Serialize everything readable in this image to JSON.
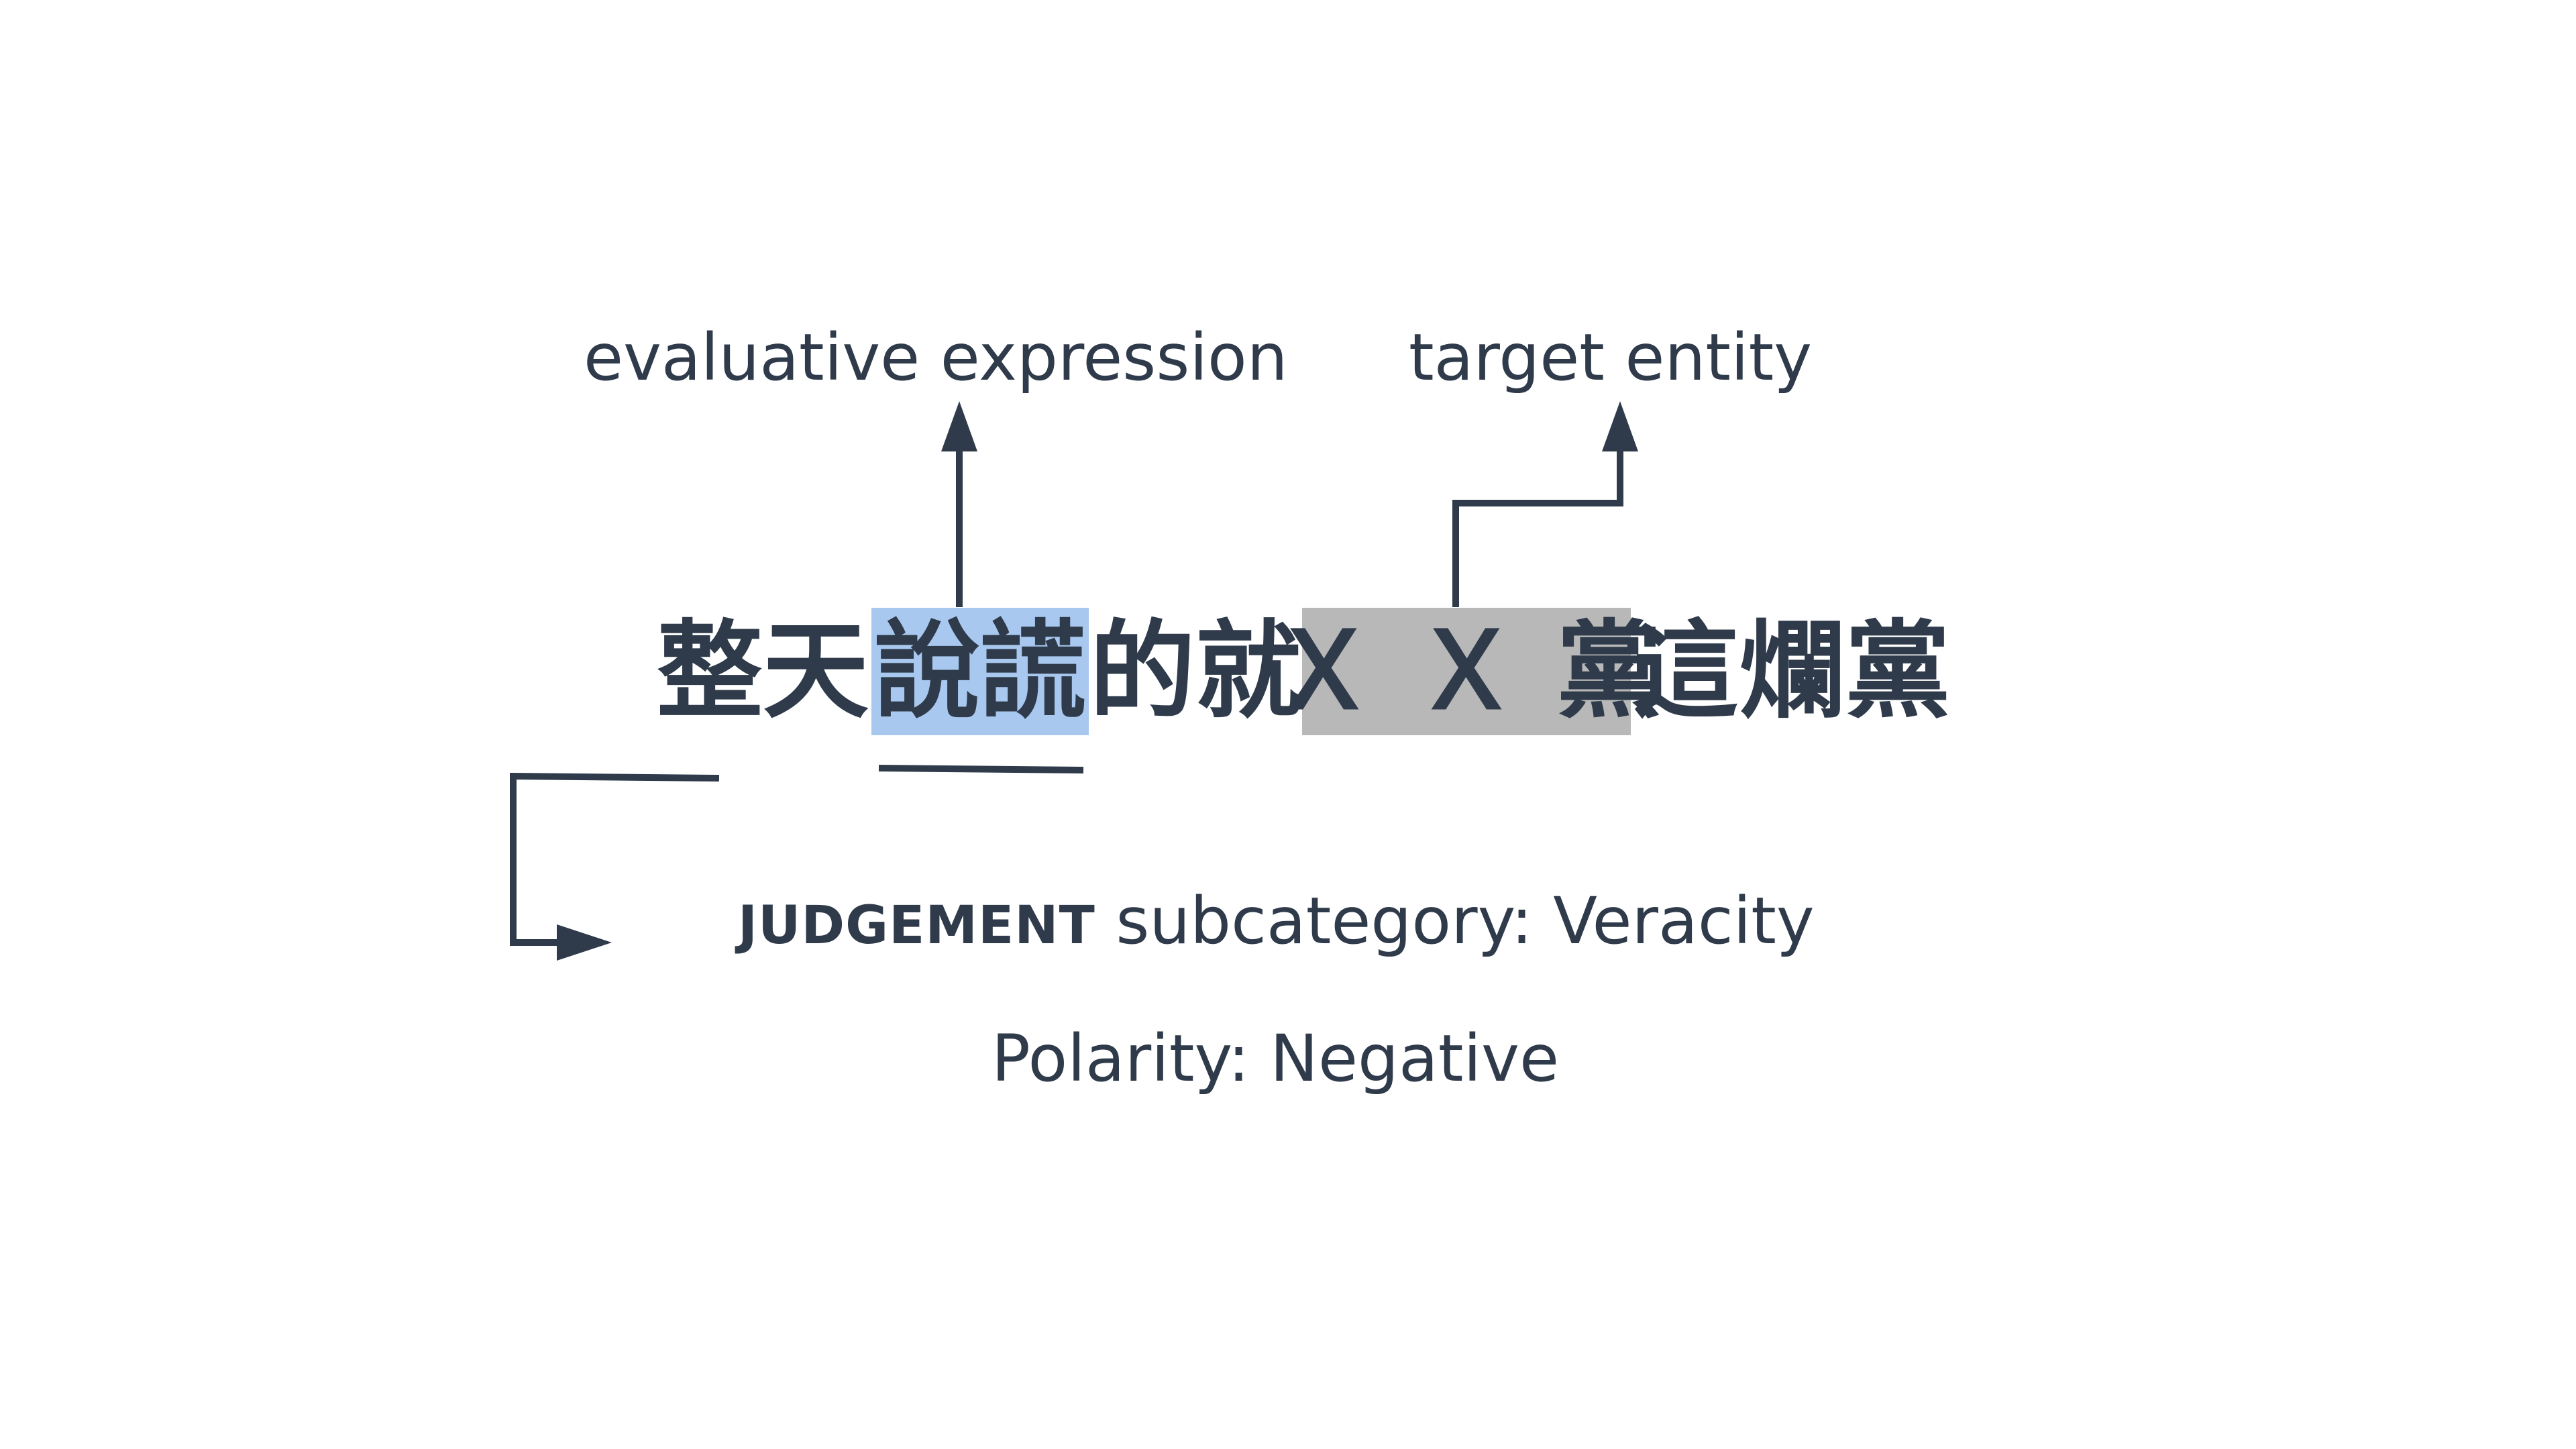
{
  "labels": {
    "evaluative": "evaluative expression",
    "target": "target entity"
  },
  "sentence": {
    "prefix": "整天",
    "evaluative_span": "說謊",
    "middle": "的就",
    "target_span": "Ｘ Ｘ 黨",
    "suffix": "這爛黨"
  },
  "category": {
    "key": "JUDGEMENT",
    "rest": " subcategory: Veracity"
  },
  "polarity": "Polarity: Negative",
  "colors": {
    "ink": "#2f3b4a",
    "evaluative_highlight": "#a8c8f0",
    "target_highlight": "#b8b8b8",
    "background": "#ffffff"
  }
}
